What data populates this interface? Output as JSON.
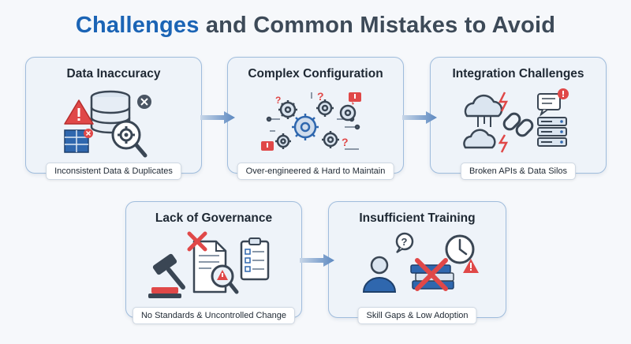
{
  "title_highlight": "Challenges",
  "title_rest": " and Common Mistakes to Avoid",
  "cards": [
    {
      "title": "Data Inaccuracy",
      "caption": "Inconsistent Data & Duplicates"
    },
    {
      "title": "Complex Configuration",
      "caption": "Over-engineered & Hard to Maintain"
    },
    {
      "title": "Integration Challenges",
      "caption": "Broken APIs & Data Silos"
    },
    {
      "title": "Lack of Governance",
      "caption": "No Standards & Uncontrolled Change"
    },
    {
      "title": "Insufficient Training",
      "caption": "Skill Gaps & Low Adoption"
    }
  ],
  "colors": {
    "accent_blue": "#1b64b5",
    "title_gray": "#3d4a58",
    "alert_red": "#e04848",
    "icon_dark": "#3a4654",
    "card_bg": "#eef3f9",
    "card_border": "#9fbcdc"
  },
  "icons": [
    "database-icon",
    "warning-icon",
    "close-icon",
    "magnifier-gear-icon",
    "gears-icon",
    "cloud-icon",
    "broken-link-icon",
    "server-icon",
    "gavel-icon",
    "document-icon",
    "clipboard-icon",
    "person-question-icon",
    "books-icon",
    "clock-icon"
  ]
}
